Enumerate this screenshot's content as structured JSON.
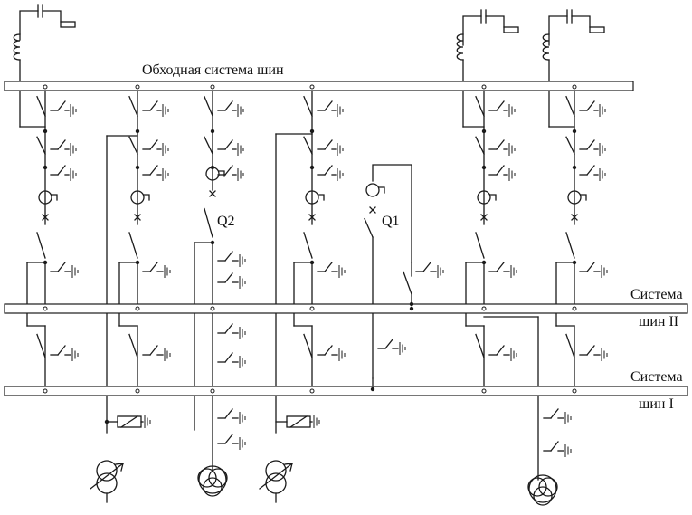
{
  "diagram": {
    "bypass_bus_label": "Обходная система шин",
    "bus2_label_line1": "Система",
    "bus2_label_line2": "шин II",
    "bus1_label_line1": "Система",
    "bus1_label_line2": "шин I",
    "breaker_q2_label": "Q2",
    "breaker_q1_label": "Q1"
  }
}
